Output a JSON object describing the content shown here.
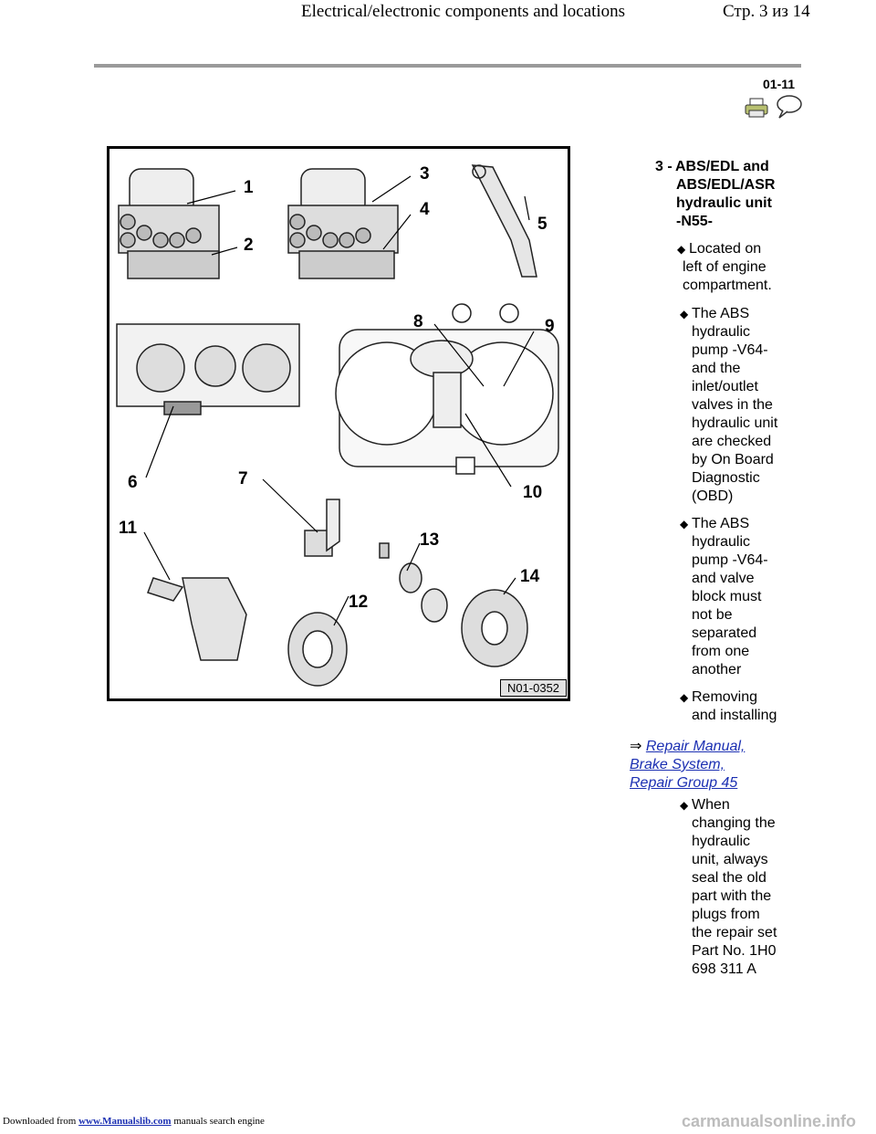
{
  "header": {
    "title": "Electrical/electronic components and locations",
    "page": "Стр. 3 из 14"
  },
  "page_code": "01-11",
  "toolbar": {
    "print_icon": "printer-icon",
    "comment_icon": "speech-bubble-icon"
  },
  "figure": {
    "code": "N01-0352",
    "callouts": [
      "1",
      "2",
      "3",
      "4",
      "5",
      "6",
      "7",
      "8",
      "9",
      "10",
      "11",
      "12",
      "13",
      "14"
    ]
  },
  "item": {
    "number": "3 -",
    "title_lines": [
      "ABS/EDL and",
      "ABS/EDL/ASR",
      "hydraulic unit",
      "-N55-"
    ]
  },
  "bullets": [
    {
      "lines": [
        "Located on",
        "left of engine",
        "compartment."
      ]
    },
    {
      "lines": [
        "The ABS",
        "hydraulic",
        "pump -V64-",
        "and the",
        "inlet/outlet",
        "valves in the",
        "hydraulic unit",
        "are checked",
        "by On Board",
        "Diagnostic",
        "(OBD)"
      ]
    },
    {
      "lines": [
        "The ABS",
        "hydraulic",
        "pump -V64-",
        "and valve",
        "block must",
        "not be",
        "separated",
        "from one",
        "another"
      ]
    },
    {
      "lines": [
        "Removing",
        "and installing"
      ]
    }
  ],
  "reference": {
    "arrow": "⇒",
    "lines": [
      "Repair Manual,",
      "Brake System,",
      "Repair Group 45"
    ]
  },
  "bullet_after": {
    "lines": [
      "When",
      "changing the",
      "hydraulic",
      "unit, always",
      "seal the old",
      "part with the",
      "plugs from",
      "the repair set",
      "Part No. 1H0",
      "698 311 A"
    ]
  },
  "footer": {
    "prefix": "Downloaded from ",
    "link": "www.Manualslib.com",
    "suffix": " manuals search engine"
  },
  "watermark": "carmanualsonline.info"
}
